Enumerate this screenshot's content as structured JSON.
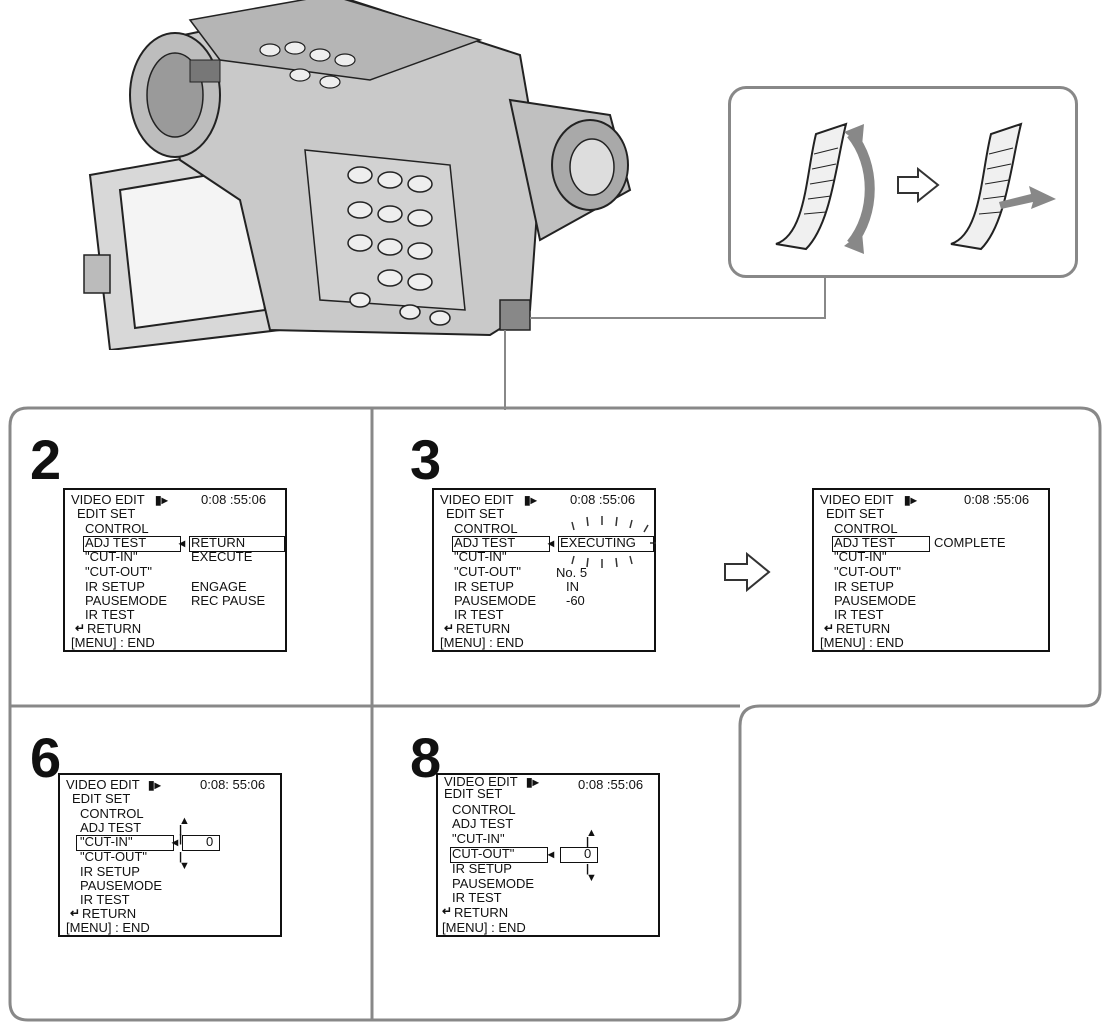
{
  "panels": [
    {
      "step": "2",
      "title": "VIDEO EDIT",
      "time": "0:08 :55:06",
      "items": [
        "EDIT SET",
        "CONTROL",
        "ADJ TEST",
        "\"CUT-IN\"",
        "\"CUT-OUT\"",
        "IR SETUP",
        "PAUSEMODE",
        "IR TEST",
        "RETURN"
      ],
      "side": [
        "RETURN",
        "EXECUTE",
        "",
        "ENGAGE",
        "REC PAUSE"
      ],
      "footer": "[MENU] : END"
    },
    {
      "step": "3",
      "title": "VIDEO EDIT",
      "time": "0:08 :55:06",
      "items": [
        "EDIT SET",
        "CONTROL",
        "ADJ TEST",
        "\"CUT-IN\"",
        "\"CUT-OUT\"",
        "IR SETUP",
        "PAUSEMODE",
        "IR TEST",
        "RETURN"
      ],
      "side": [
        "EXECUTING",
        "No. 5",
        "IN",
        "-60"
      ],
      "footer": "[MENU] : END"
    },
    {
      "title": "VIDEO EDIT",
      "time": "0:08 :55:06",
      "items": [
        "EDIT SET",
        "CONTROL",
        "ADJ TEST",
        "\"CUT-IN\"",
        "\"CUT-OUT\"",
        "IR SETUP",
        "PAUSEMODE",
        "IR TEST",
        "RETURN"
      ],
      "side": [
        "COMPLETE"
      ],
      "footer": "[MENU] : END"
    },
    {
      "step": "6",
      "title": "VIDEO EDIT",
      "time": "0:08: 55:06",
      "items": [
        "EDIT SET",
        "CONTROL",
        "ADJ TEST",
        "\"CUT-IN\"",
        "\"CUT-OUT\"",
        "IR SETUP",
        "PAUSEMODE",
        "IR TEST",
        "RETURN"
      ],
      "value": "0",
      "footer": "[MENU] : END"
    },
    {
      "step": "8",
      "title": "VIDEO EDIT",
      "time": "0:08 :55:06",
      "items": [
        "EDIT SET",
        "CONTROL",
        "ADJ TEST",
        "\"CUT-IN\"",
        "CUT-OUT\"",
        "IR SETUP",
        "PAUSEMODE",
        "IR TEST",
        "RETURN"
      ],
      "value": "0",
      "footer": "[MENU] : END"
    }
  ],
  "icons": [
    "camcorder-icon",
    "jog-dial-turn-icon",
    "jog-dial-press-icon",
    "next-arrow-icon",
    "return-arrow-icon"
  ]
}
